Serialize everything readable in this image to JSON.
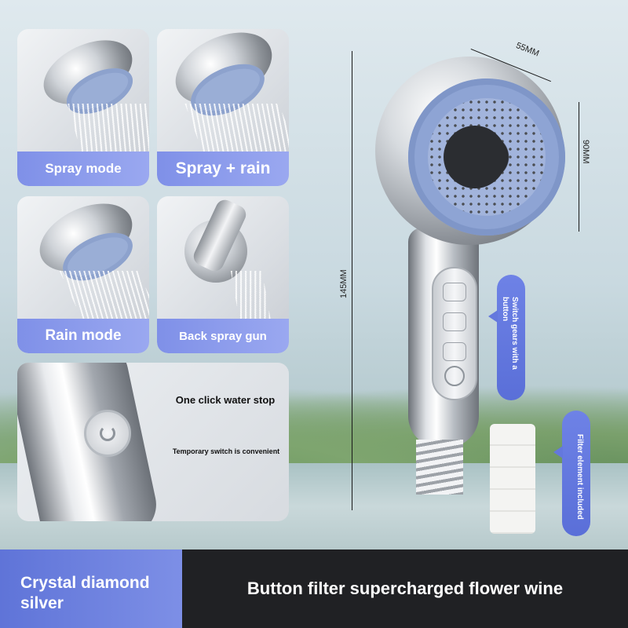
{
  "tiles": {
    "spray_mode": "Spray mode",
    "spray_rain": "Spray + rain",
    "rain_mode": "Rain mode",
    "back_spray": "Back spray gun"
  },
  "detail": {
    "title": "One click water stop",
    "note": "Temporary switch is convenient"
  },
  "dimensions": {
    "width": "55MM",
    "face": "90MM",
    "length": "145MM"
  },
  "callouts": {
    "switch": "Switch gears with a button",
    "filter": "Filter element included"
  },
  "footer": {
    "variant": "Crystal diamond silver",
    "title": "Button filter supercharged flower wine"
  },
  "colors": {
    "accent": "#6f82e6",
    "dark": "#202124",
    "silicone": "#8fa3d4"
  }
}
